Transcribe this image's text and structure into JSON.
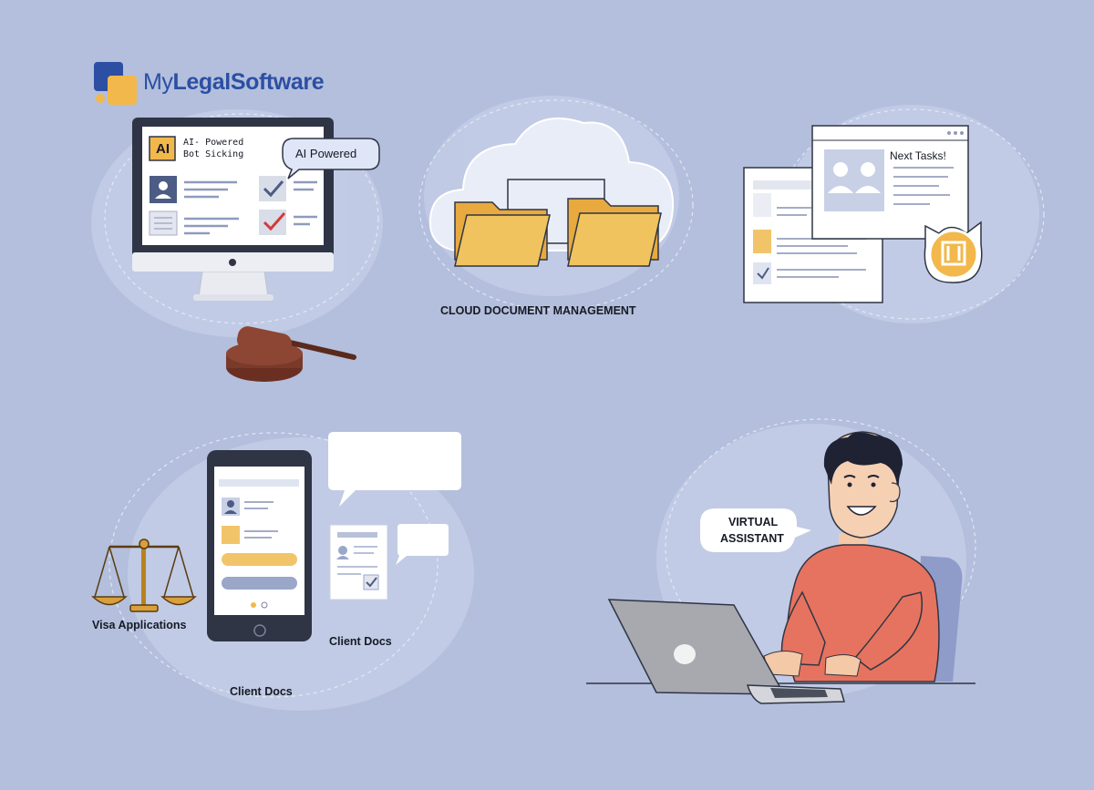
{
  "brand": {
    "prefix": "My",
    "name": "LegalSoftware"
  },
  "monitor_panel": {
    "ai_badge": "AI",
    "heading_line1": "AI- Powered",
    "heading_line2": "Bot Sicking",
    "bubble": "AI Powered"
  },
  "cloud_panel": {
    "caption": "CLOUD DOCUMENT MANAGEMENT"
  },
  "tasks_panel": {
    "title": "Next Tasks!"
  },
  "phone_panel": {
    "scale_caption": "Visa Applications",
    "doc_caption": "Client Docs",
    "phone_caption": "Client Docs"
  },
  "assistant_panel": {
    "bubble_line1": "VIRTUAL",
    "bubble_line2": "ASSISTANT"
  },
  "colors": {
    "background": "#b3bfdc",
    "brand_blue": "#2c4fa3",
    "folder_yellow": "#f1c35f",
    "accent_orange": "#f2b84b",
    "sweater": "#e6735f",
    "device_dark": "#2f3545"
  }
}
